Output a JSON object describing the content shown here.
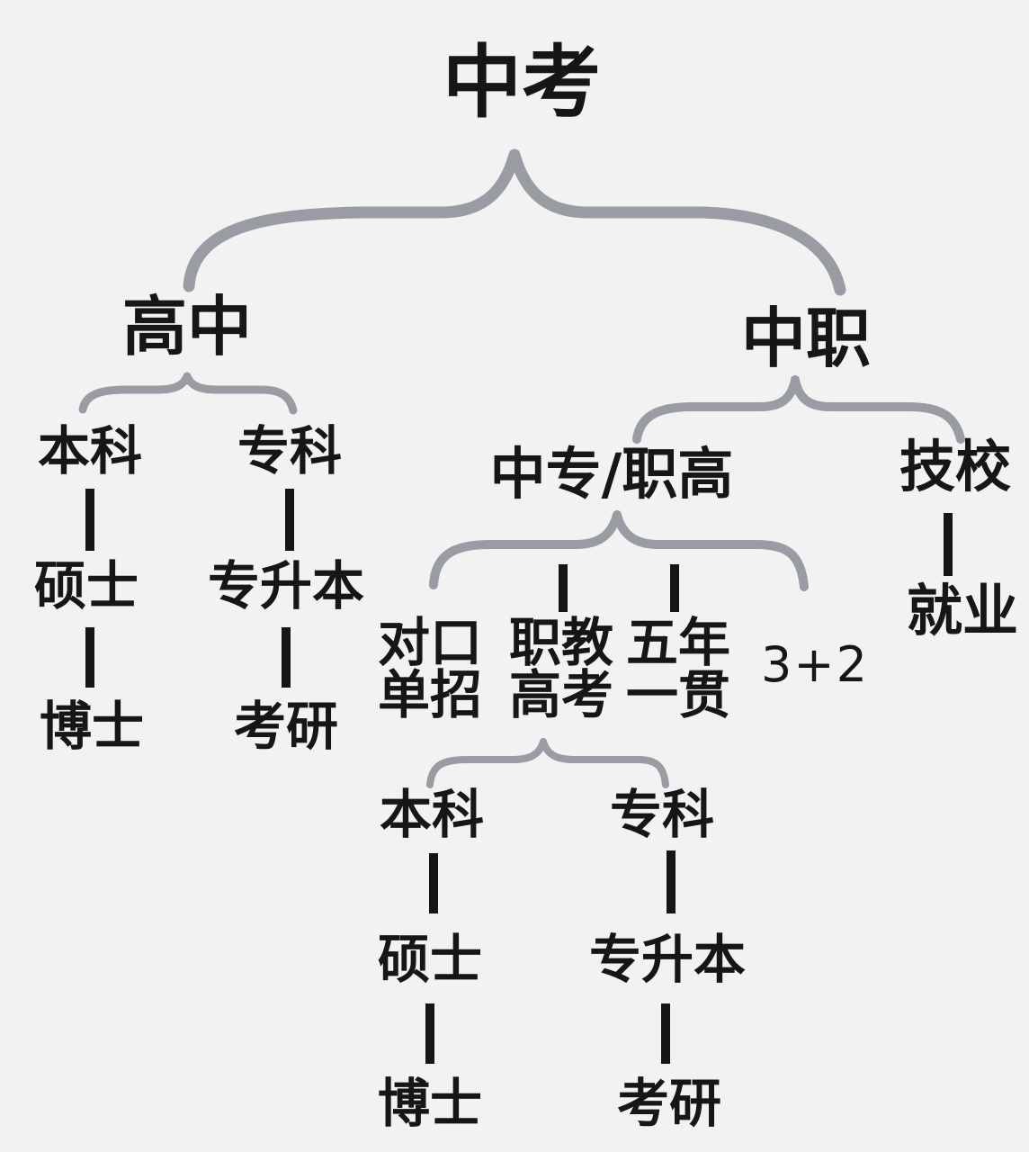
{
  "root": "中考",
  "branches": {
    "high_school": {
      "label": "高中",
      "undergrad": {
        "label": "本科",
        "next": "硕士",
        "last": "博士"
      },
      "junior_college": {
        "label": "专科",
        "next": "专升本",
        "last": "考研"
      }
    },
    "vocational": {
      "label": "中职",
      "secondary_vocational": {
        "label": "中专/职高",
        "paths": {
          "duikou": {
            "line1": "对口",
            "line2": "单招"
          },
          "zhijiao": {
            "line1": "职教",
            "line2": "高考"
          },
          "wunian": {
            "line1": "五年",
            "line2": "一贯"
          },
          "three_plus_two": "3+2"
        },
        "undergrad": {
          "label": "本科",
          "next": "硕士",
          "last": "博士"
        },
        "junior_college": {
          "label": "专科",
          "next": "专升本",
          "last": "考研"
        }
      },
      "technical_school": {
        "label": "技校",
        "next": "就业"
      }
    }
  },
  "colors": {
    "text": "#161616",
    "brace": "#9a9ca3",
    "bar": "#161616",
    "background": "#f2f2f2"
  }
}
